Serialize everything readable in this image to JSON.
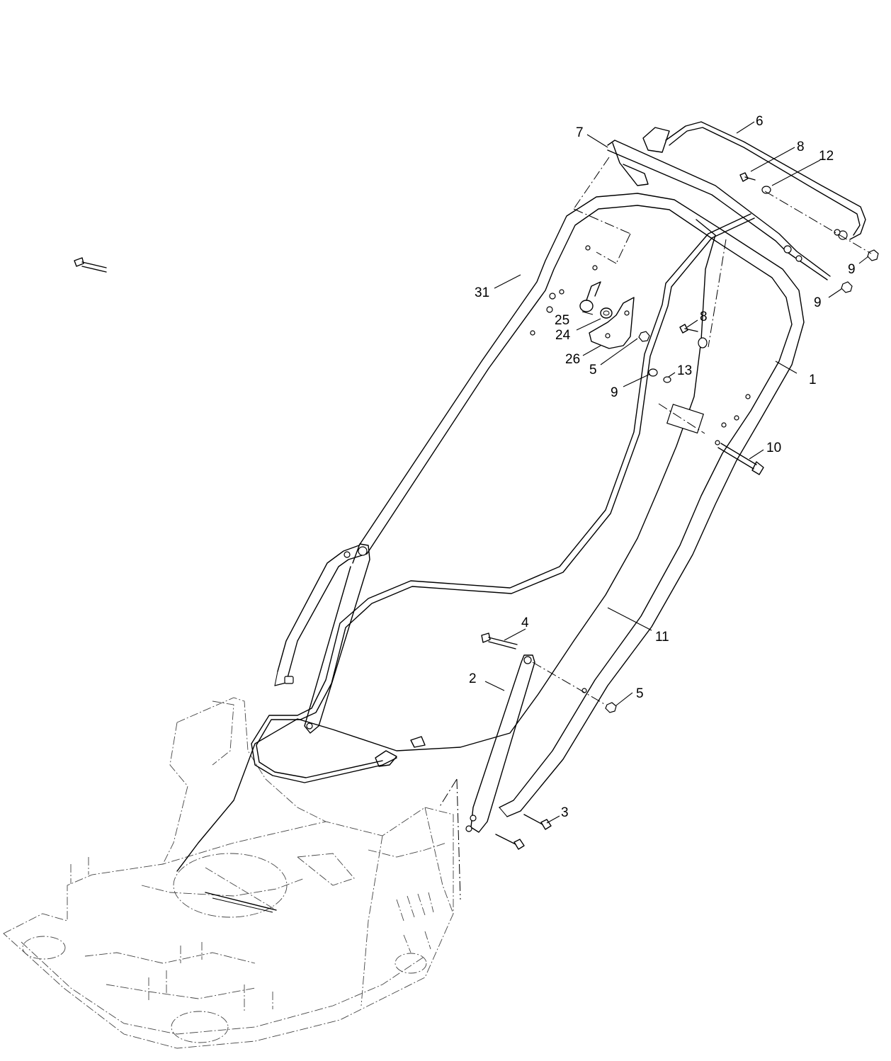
{
  "callouts": [
    {
      "id": "c1",
      "label": "1"
    },
    {
      "id": "c2",
      "label": "2"
    },
    {
      "id": "c3",
      "label": "3"
    },
    {
      "id": "c4",
      "label": "4"
    },
    {
      "id": "c5a",
      "label": "5"
    },
    {
      "id": "c5b",
      "label": "5"
    },
    {
      "id": "c6",
      "label": "6"
    },
    {
      "id": "c7",
      "label": "7"
    },
    {
      "id": "c8a",
      "label": "8"
    },
    {
      "id": "c8b",
      "label": "8"
    },
    {
      "id": "c9a",
      "label": "9"
    },
    {
      "id": "c9b",
      "label": "9"
    },
    {
      "id": "c9c",
      "label": "9"
    },
    {
      "id": "c10",
      "label": "10"
    },
    {
      "id": "c11",
      "label": "11"
    },
    {
      "id": "c12",
      "label": "12"
    },
    {
      "id": "c13",
      "label": "13"
    },
    {
      "id": "c24",
      "label": "24"
    },
    {
      "id": "c25",
      "label": "25"
    },
    {
      "id": "c26",
      "label": "26"
    },
    {
      "id": "c31",
      "label": "31"
    }
  ]
}
